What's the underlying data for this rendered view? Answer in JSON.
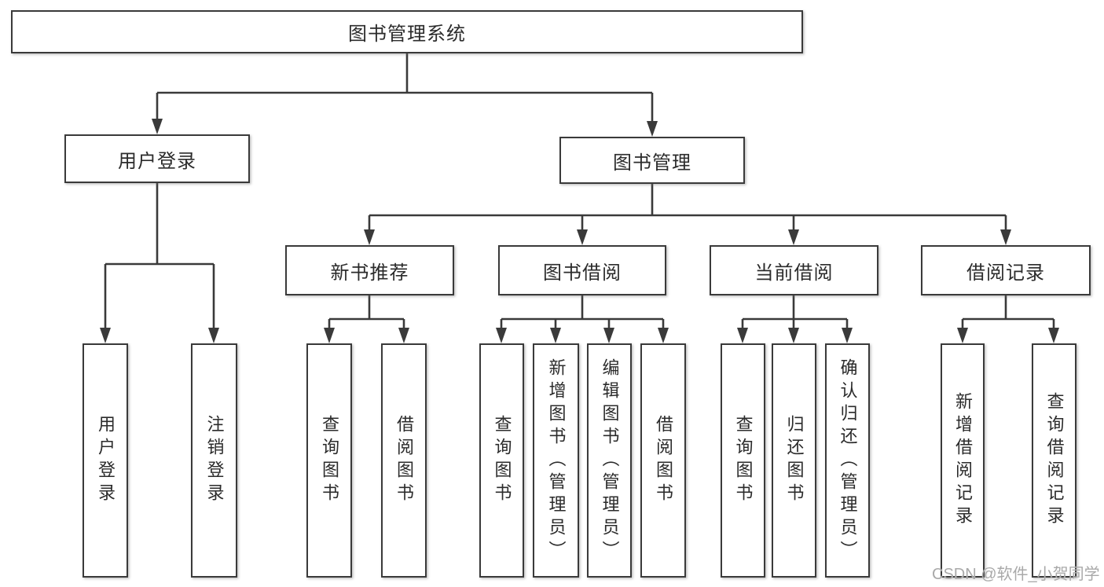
{
  "tree": {
    "label": "图书管理系统",
    "children": [
      {
        "label": "用户登录",
        "children": [
          {
            "label": "用户登录"
          },
          {
            "label": "注销登录"
          }
        ]
      },
      {
        "label": "图书管理",
        "children": [
          {
            "label": "新书推荐",
            "children": [
              {
                "label": "查询图书"
              },
              {
                "label": "借阅图书"
              }
            ]
          },
          {
            "label": "图书借阅",
            "children": [
              {
                "label": "查询图书"
              },
              {
                "label": "新增图书（管理员）"
              },
              {
                "label": "编辑图书（管理员）"
              },
              {
                "label": "借阅图书"
              }
            ]
          },
          {
            "label": "当前借阅",
            "children": [
              {
                "label": "查询图书"
              },
              {
                "label": "归还图书"
              },
              {
                "label": "确认归还（管理员）"
              }
            ]
          },
          {
            "label": "借阅记录",
            "children": [
              {
                "label": "新增借阅记录"
              },
              {
                "label": "查询借阅记录"
              }
            ]
          }
        ]
      }
    ]
  },
  "watermark": {
    "text": "CSDN @软件_小贺同学"
  },
  "colors": {
    "line": "#3a3a3a",
    "box_border": "#3a3a3a",
    "text": "#2b2b2b",
    "watermark": "#a9a9a9",
    "background": "#ffffff"
  }
}
